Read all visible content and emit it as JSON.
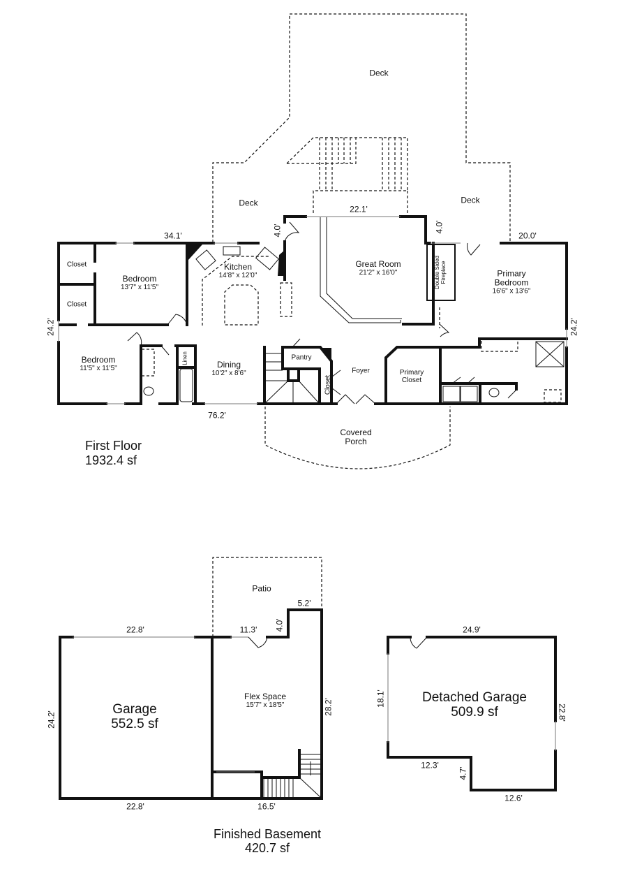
{
  "first_floor": {
    "title": "First Floor",
    "area": "1932.4 sf",
    "rooms": {
      "deck_top": "Deck",
      "deck_left": "Deck",
      "deck_right": "Deck",
      "closet_1": "Closet",
      "closet_2": "Closet",
      "bedroom_1": {
        "name": "Bedroom",
        "dims": "13'7\" x 11'5\""
      },
      "bedroom_2": {
        "name": "Bedroom",
        "dims": "11'5\" x 11'5\""
      },
      "linen": "Linen",
      "kitchen": {
        "name": "Kitchen",
        "dims": "14'8\" x 12'0\""
      },
      "dining": {
        "name": "Dining",
        "dims": "10'2\" x 8'6\""
      },
      "great_room": {
        "name": "Great Room",
        "dims": "21'2\" x 16'0\""
      },
      "fireplace": {
        "line1": "Double Sided",
        "line2": "Fireplace"
      },
      "primary_bedroom": {
        "name_line1": "Primary",
        "name_line2": "Bedroom",
        "dims": "16'6\" x 13'6\""
      },
      "pantry": "Pantry",
      "closet_foyer": "Closet",
      "foyer": "Foyer",
      "primary_closet": {
        "line1": "Primary",
        "line2": "Closet"
      },
      "covered_porch": {
        "line1": "Covered",
        "line2": "Porch"
      }
    },
    "dimensions": {
      "top_left": "34.1'",
      "top_center": "22.1'",
      "top_right": "20.0'",
      "step_left": "4.0'",
      "step_right": "4.0'",
      "left_side": "24.2'",
      "right_side": "24.2'",
      "bottom": "76.2'"
    }
  },
  "basement": {
    "title": "Finished Basement",
    "area": "420.7 sf",
    "rooms": {
      "patio": "Patio",
      "flex_space": {
        "name": "Flex Space",
        "dims": "15'7\" x 18'5\""
      }
    },
    "dimensions": {
      "top": "11.3'",
      "step_h": "5.2'",
      "step_v": "4.0'",
      "right": "28.2'",
      "bottom": "16.5'"
    }
  },
  "garage": {
    "name": "Garage",
    "area": "552.5 sf",
    "dimensions": {
      "top": "22.8'",
      "bottom": "22.8'",
      "left": "24.2'"
    }
  },
  "detached_garage": {
    "name": "Detached Garage",
    "area": "509.9 sf",
    "dimensions": {
      "top": "24.9'",
      "left": "18.1'",
      "right": "22.8'",
      "notch_h": "12.3'",
      "notch_v": "4.7'",
      "bottom": "12.6'"
    }
  }
}
